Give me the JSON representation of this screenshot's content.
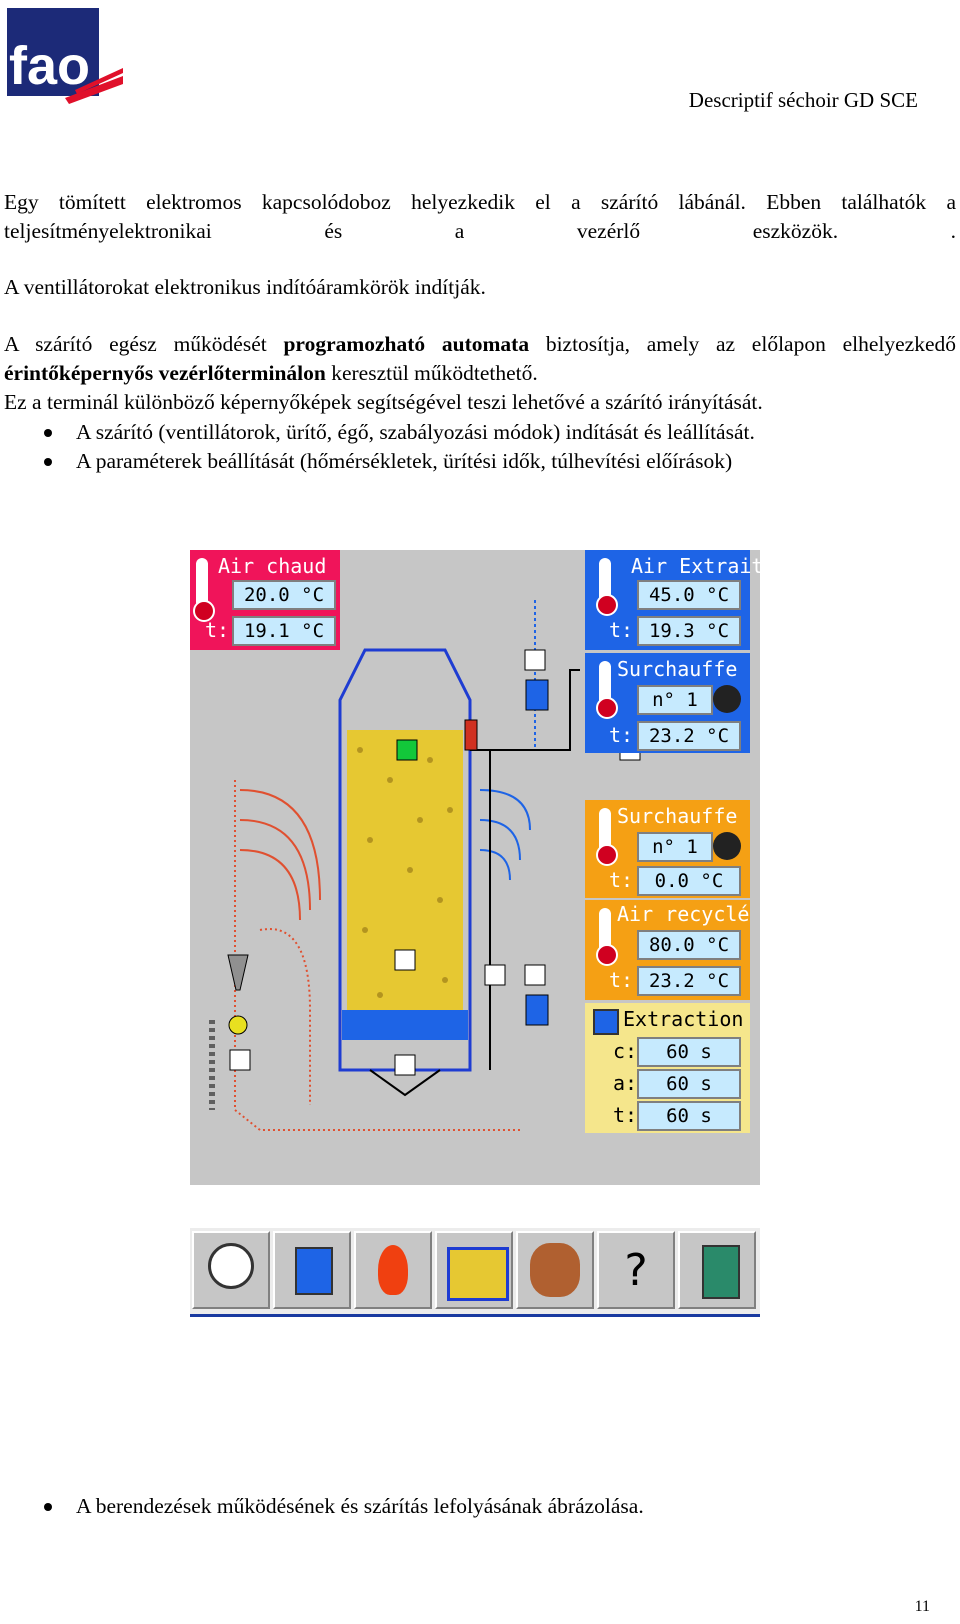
{
  "header": {
    "logo_text": "fao",
    "doc_title": "Descriptif séchoir GD SCE"
  },
  "body": {
    "p1": "Egy tömített elektromos kapcsolódoboz helyezkedik el a szárító lábánál. Ebben találhatók a teljesítményelektronikai és a vezérlő eszközök. .",
    "p2": "A ventillátorokat elektronikus indítóáramkörök indítják.",
    "p3_a": "A szárító egész működését ",
    "p3_b": "programozható automata",
    "p3_c": " biztosítja, amely az előlapon elhelyezkedő ",
    "p3_d": "érintőképernyős vezérlőterminálon",
    "p3_e": " keresztül működtethető.",
    "p4": "Ez a terminál különböző képernyőképek segítségével teszi lehetővé a szárító irányítását.",
    "bullets": [
      "A szárító (ventillátorok, ürítő, égő, szabályozási módok) indítását és leállítását.",
      "A paraméterek beállítását (hőmérsékletek, ürítési idők, túlhevítési előírások)"
    ],
    "bullet_last": "A berendezések működésének és szárítás lefolyásának ábrázolása."
  },
  "hmi": {
    "air_chaud": {
      "title": "Air chaud",
      "setpoint": "20.0 °C",
      "t_label": "t:",
      "t_value": "19.1 °C",
      "color": "#f0145a"
    },
    "air_extrait": {
      "title": "Air Extrait",
      "setpoint": "45.0 °C",
      "t_label": "t:",
      "t_value": "19.3 °C",
      "color": "#1e64e6"
    },
    "surchauffe1": {
      "title": "Surchauffe",
      "n_value": "n° 1",
      "t_label": "t:",
      "t_value": "23.2 °C",
      "color": "#1e64e6"
    },
    "surchauffe2": {
      "title": "Surchauffe",
      "n_value": "n° 1",
      "t_label": "t:",
      "t_value": "0.0 °C",
      "color": "#f5a014"
    },
    "air_recycle": {
      "title": "Air recyclé",
      "setpoint": "80.0 °C",
      "t_label": "t:",
      "t_value": "23.2 °C",
      "color": "#f5a014"
    },
    "extraction": {
      "title": "Extraction",
      "c_label": "c:",
      "c_value": "60 s",
      "a_label": "a:",
      "a_value": "60 s",
      "t_label": "t:",
      "t_value": "60 s"
    }
  },
  "toolbar": {
    "help_label": "?",
    "icons": [
      "stopwatch-chart-icon",
      "fan-motor-icon",
      "flame-icon",
      "silo-hopper-icon",
      "users-keys-icon",
      "help-icon",
      "exit-door-icon"
    ]
  },
  "page_number": "11"
}
